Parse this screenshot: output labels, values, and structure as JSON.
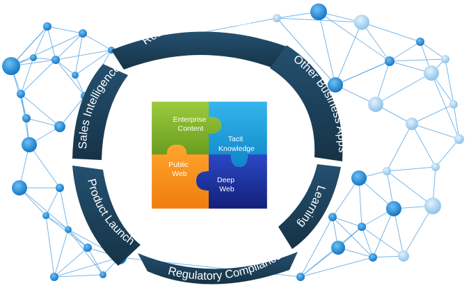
{
  "colors": {
    "background": "#ffffff",
    "node": "#2d8fd8",
    "node_light": "#a9d1f0",
    "link": "#4a9ee0",
    "ring": "#1c3f5c",
    "ring_text": "#ffffff",
    "puzzle_green": "#7db22b",
    "puzzle_blue": "#1ea2df",
    "puzzle_orange": "#f7941d",
    "puzzle_navy": "#1d2f9a"
  },
  "ring_segments": [
    {
      "id": "research",
      "label": "Research & Innovation"
    },
    {
      "id": "other-apps",
      "label": "Other Business Apps"
    },
    {
      "id": "learning",
      "label": "Learning"
    },
    {
      "id": "regulatory",
      "label": "Regulatory Compliance"
    },
    {
      "id": "product-launch",
      "label": "Product Launch"
    },
    {
      "id": "sales-intelligence",
      "label": "Sales Intelligence"
    }
  ],
  "puzzle_pieces": [
    {
      "id": "enterprise-content",
      "lines": [
        "Enterprise",
        "Content"
      ]
    },
    {
      "id": "tacit-knowledge",
      "lines": [
        "Tacit",
        "Knowledge"
      ]
    },
    {
      "id": "public-web",
      "lines": [
        "Public",
        "Web"
      ]
    },
    {
      "id": "deep-web",
      "lines": [
        "Deep",
        "Web"
      ]
    }
  ],
  "network_icons": [
    "network-node-icon",
    "network-link-icon"
  ]
}
